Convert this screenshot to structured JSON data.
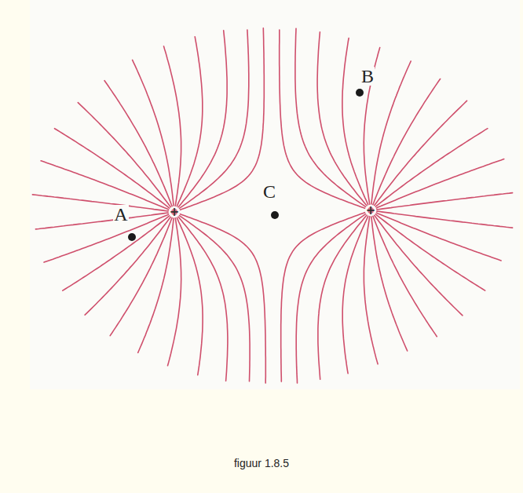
{
  "diagram": {
    "caption": "figuur 1.8.5",
    "labels": [
      "A",
      "B",
      "C",
      "+",
      "+"
    ]
  }
}
